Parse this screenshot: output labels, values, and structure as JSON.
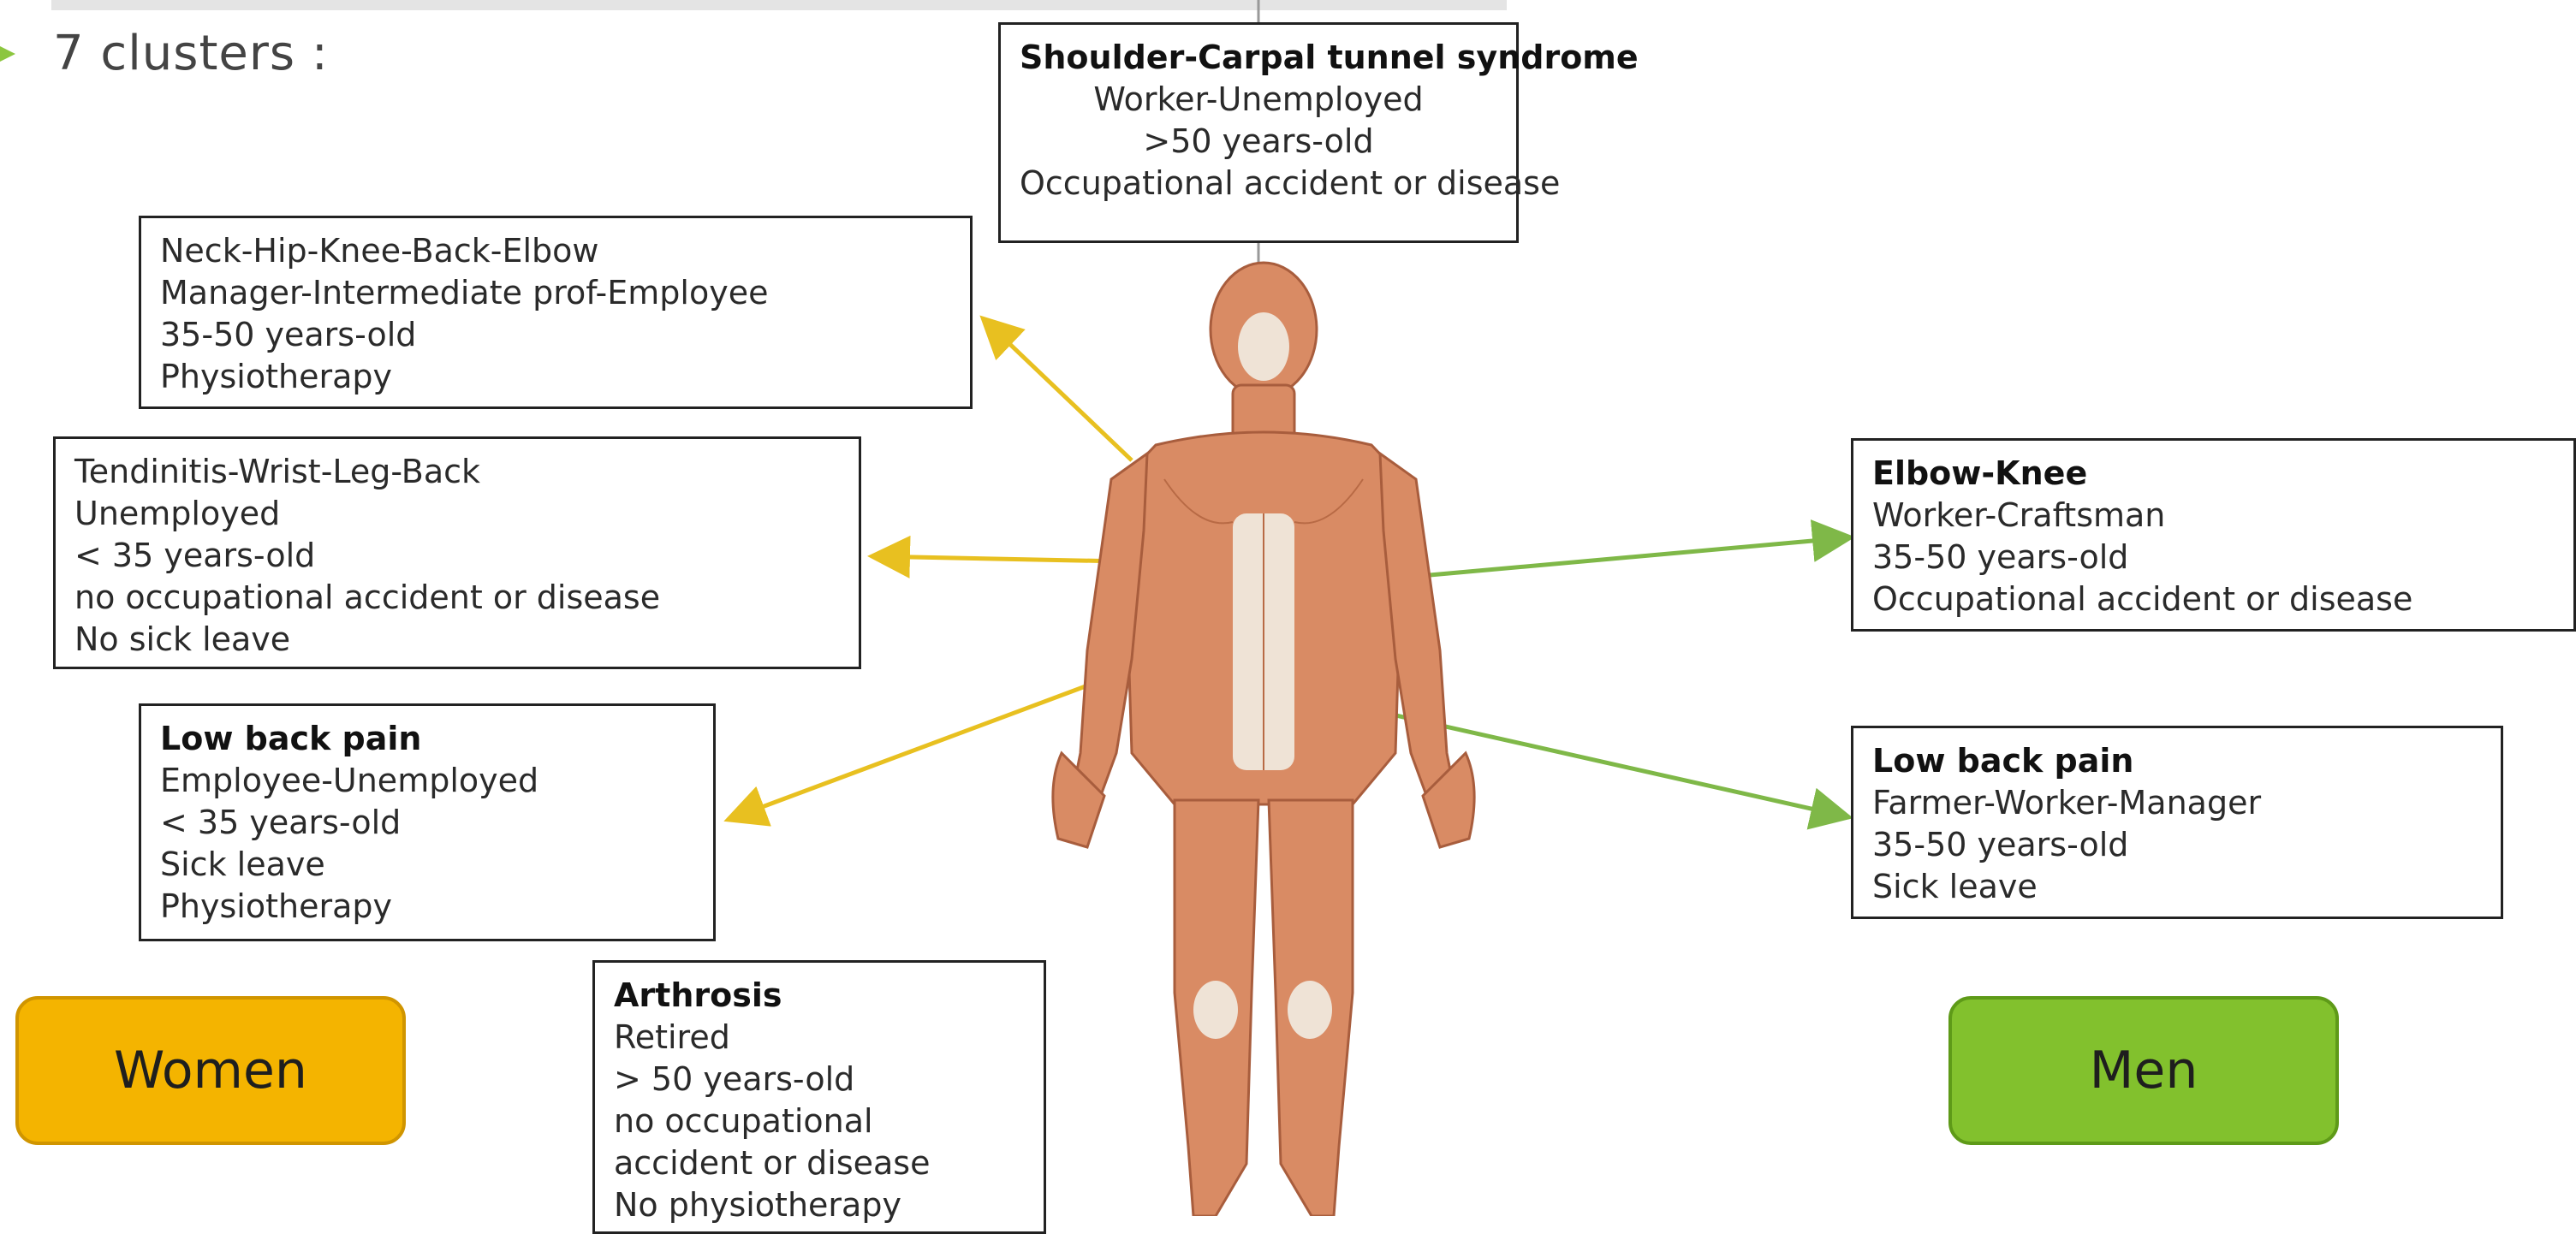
{
  "header": {
    "clusters_label": "7 clusters :"
  },
  "clusters": [
    {
      "id": "shoulder",
      "title": "Shoulder-Carpal tunnel syndrome",
      "lines": [
        "Worker-Unemployed",
        ">50 years-old",
        "Occupational accident or disease"
      ]
    },
    {
      "id": "neck",
      "title": "",
      "lines": [
        "Neck-Hip-Knee-Back-Elbow",
        "Manager-Intermediate prof-Employee",
        "35-50 years-old",
        "Physiotherapy"
      ]
    },
    {
      "id": "tendinitis",
      "title": "",
      "lines": [
        "Tendinitis-Wrist-Leg-Back",
        "Unemployed",
        "< 35 years-old",
        "no occupational accident or disease",
        "No sick leave"
      ]
    },
    {
      "id": "lowback-women",
      "title": "Low back pain",
      "lines": [
        "Employee-Unemployed",
        "< 35 years-old",
        "Sick leave",
        "Physiotherapy"
      ]
    },
    {
      "id": "arthrosis",
      "title": "Arthrosis",
      "lines": [
        "Retired",
        "> 50 years-old",
        "no occupational",
        "accident or disease",
        "No physiotherapy"
      ]
    },
    {
      "id": "elbow-knee",
      "title": "Elbow-Knee",
      "lines": [
        "Worker-Craftsman",
        "35-50 years-old",
        "Occupational accident or disease"
      ]
    },
    {
      "id": "lowback-men",
      "title": "Low back pain",
      "lines": [
        "Farmer-Worker-Manager",
        "35-50 years-old",
        "Sick leave"
      ]
    }
  ],
  "legend": {
    "women": "Women",
    "men": "Men"
  },
  "colors": {
    "women_arrow": "#e8c020",
    "men_arrow": "#7fb848",
    "women_tag": "#f4b400",
    "men_tag": "#82c12d",
    "bullet": "#8cc63f",
    "muscle": "#d98b64"
  }
}
